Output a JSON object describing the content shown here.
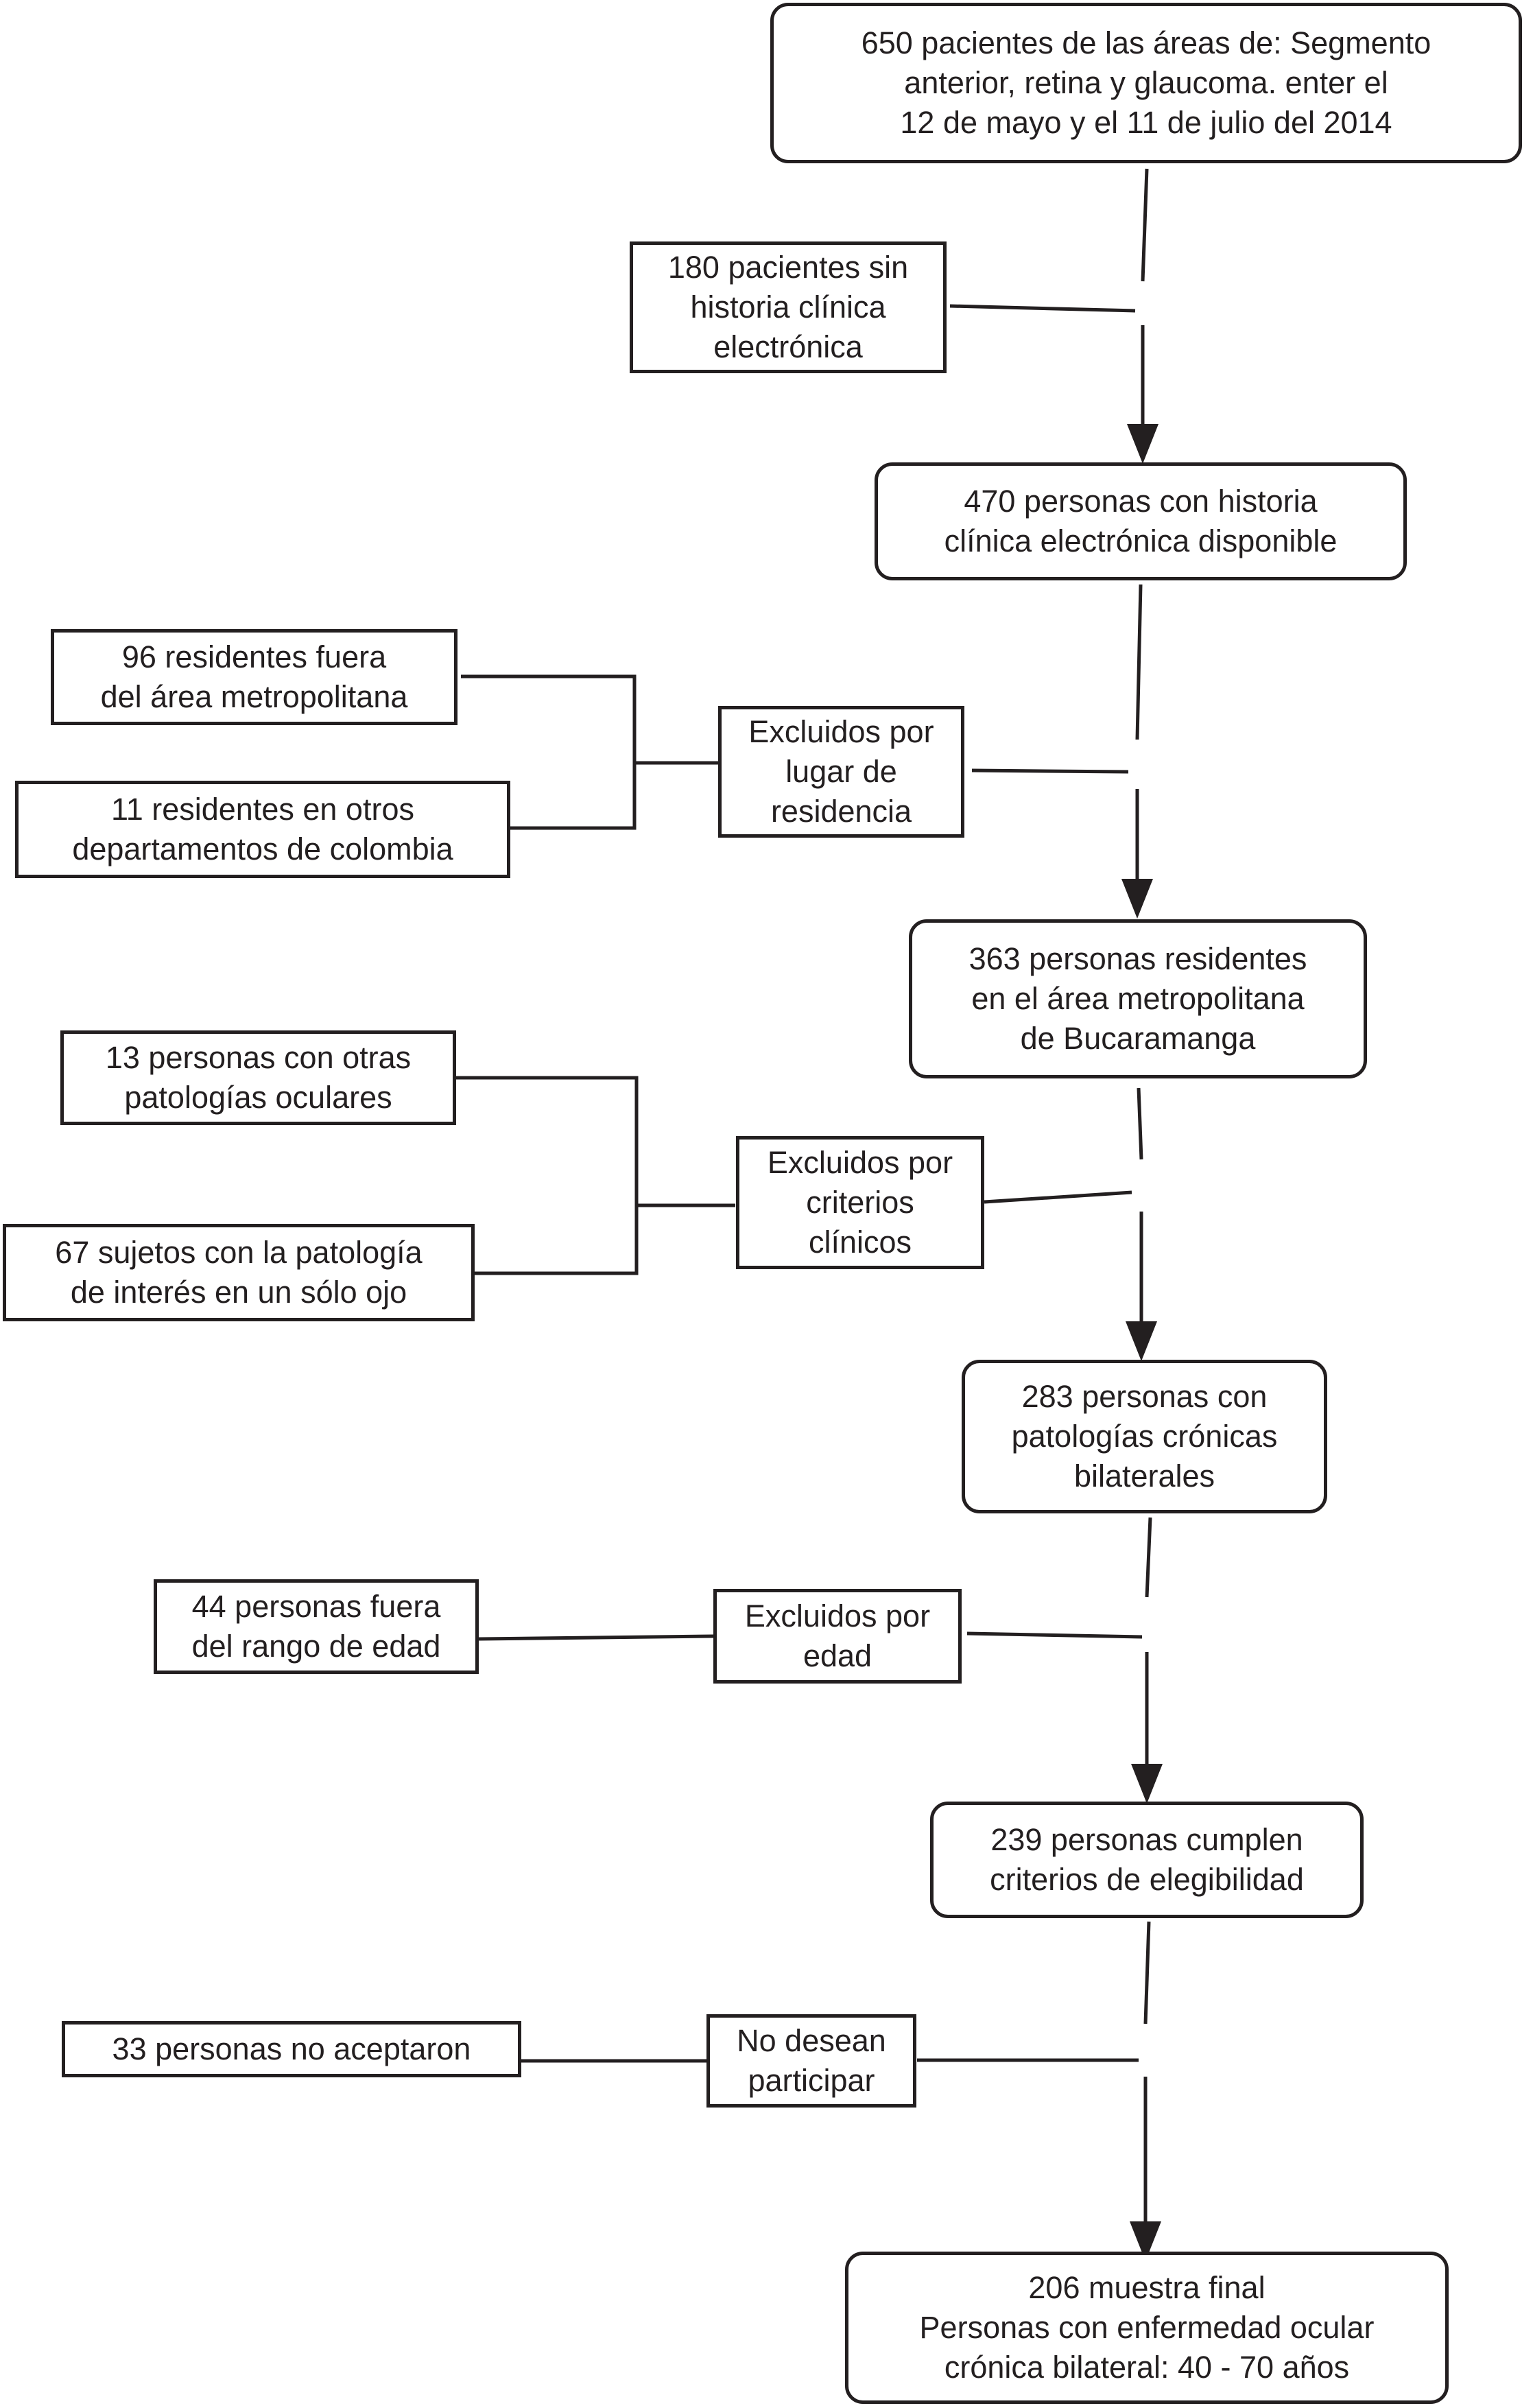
{
  "main_boxes": [
    {
      "id": "b650",
      "lines": [
        "650 pacientes de las áreas de: Segmento",
        "anterior, retina y glaucoma. enter el",
        "12 de mayo y el 11 de julio del 2014"
      ]
    },
    {
      "id": "b470",
      "lines": [
        "470 personas con historia",
        "clínica electrónica disponible"
      ]
    },
    {
      "id": "b363",
      "lines": [
        "363 personas residentes",
        "en el área metropolitana",
        "de Bucaramanga"
      ]
    },
    {
      "id": "b283",
      "lines": [
        "283 personas con",
        "patologías crónicas",
        "bilaterales"
      ]
    },
    {
      "id": "b239",
      "lines": [
        "239 personas cumplen",
        "criterios de elegibilidad"
      ]
    },
    {
      "id": "b206",
      "lines": [
        "206 muestra final",
        "Personas con enfermedad ocular",
        "crónica bilateral: 40 - 70 años"
      ]
    }
  ],
  "exclusion_groups": [
    {
      "id": "g1",
      "lines": [
        "Excluidos por",
        "lugar de",
        "residencia"
      ]
    },
    {
      "id": "g2",
      "lines": [
        "Excluidos por",
        "criterios",
        "clínicos"
      ]
    },
    {
      "id": "g3",
      "lines": [
        "Excluidos por",
        "edad"
      ]
    },
    {
      "id": "g4",
      "lines": [
        "No desean",
        "participar"
      ]
    }
  ],
  "exclusion_details": [
    {
      "id": "e180",
      "lines": [
        "180 pacientes sin",
        "historia clínica",
        "electrónica"
      ]
    },
    {
      "id": "e96",
      "lines": [
        "96 residentes fuera",
        "del área metropolitana"
      ]
    },
    {
      "id": "e11",
      "lines": [
        "11 residentes en otros",
        "departamentos de colombia"
      ]
    },
    {
      "id": "e13",
      "lines": [
        "13 personas con otras",
        "patologías oculares"
      ]
    },
    {
      "id": "e67",
      "lines": [
        "67 sujetos con la patología",
        "de interés en un sólo ojo"
      ]
    },
    {
      "id": "e44",
      "lines": [
        "44 personas fuera",
        "del rango de edad"
      ]
    },
    {
      "id": "e33",
      "lines": [
        "33 personas no aceptaron"
      ]
    }
  ]
}
